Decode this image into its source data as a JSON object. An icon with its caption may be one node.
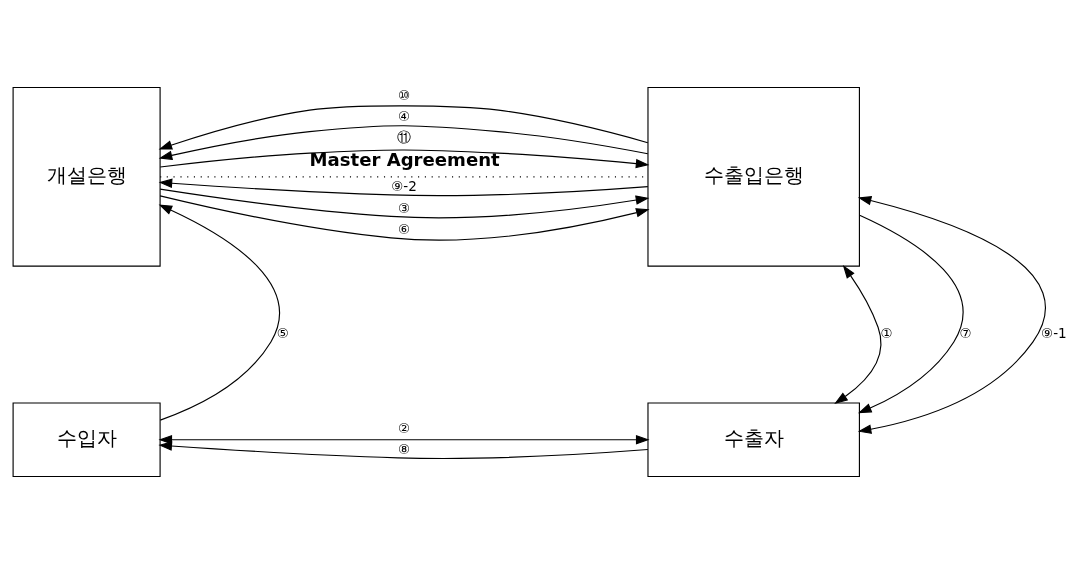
{
  "diagram": {
    "nodes": [
      {
        "text": [
          "개설은행"
        ]
      },
      {
        "text": [
          "수출입은행"
        ]
      },
      {
        "text": [
          "수입자"
        ]
      },
      {
        "text": [
          "수출자"
        ]
      }
    ],
    "edges": [
      {
        "from": 0,
        "to": 1,
        "arrow": "none",
        "style": "dashed",
        "label": "Master Agreement"
      },
      {
        "from": 0,
        "to": 1,
        "arrow": "to",
        "label": "③"
      },
      {
        "from": 1,
        "to": 0,
        "arrow": "to",
        "label": "④"
      },
      {
        "from": 0,
        "to": 1,
        "arrow": "to",
        "label": "⑥"
      },
      {
        "from": 1,
        "to": 0,
        "arrow": "to",
        "label": "⑨-2"
      },
      {
        "from": 1,
        "to": 0,
        "arrow": "to",
        "label": "⑩"
      },
      {
        "from": 0,
        "to": 1,
        "arrow": "to",
        "label": "⑪"
      },
      {
        "from": 2,
        "to": 0,
        "arrow": "to",
        "label": "⑤"
      },
      {
        "from": 1,
        "to": 3,
        "arrow": "both",
        "label": "①"
      },
      {
        "from": 1,
        "to": 3,
        "arrow": "to",
        "label": "⑦"
      },
      {
        "from": 1,
        "to": 3,
        "arrow": "both",
        "label": "⑨-1"
      },
      {
        "from": 2,
        "to": 3,
        "arrow": "both",
        "label": "②"
      },
      {
        "from": 3,
        "to": 2,
        "arrow": "to",
        "label": "⑧"
      }
    ]
  }
}
